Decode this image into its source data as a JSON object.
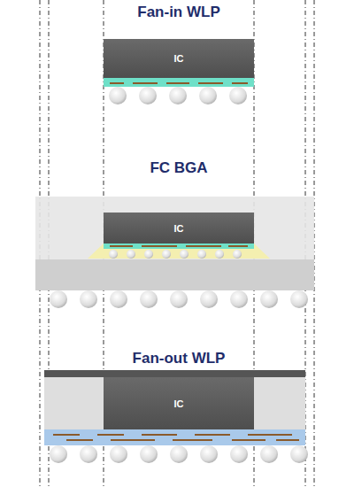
{
  "diagram": {
    "nodes": [
      {
        "text": [
          "IC"
        ]
      },
      {
        "text": [
          "IC"
        ]
      },
      {
        "text": [
          "IC"
        ]
      }
    ],
    "labels": [
      "Fan-in WLP",
      "FC BGA",
      "Fan-out WLP"
    ]
  }
}
